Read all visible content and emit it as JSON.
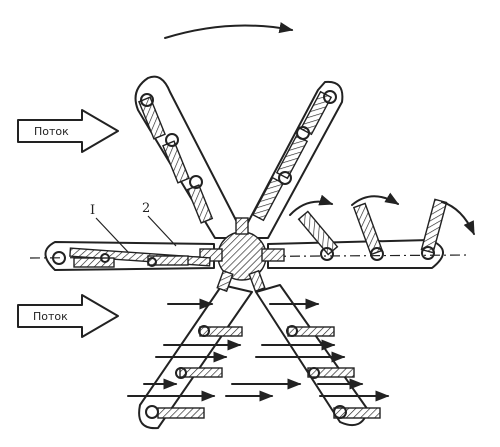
{
  "labels": {
    "flow_top": "Поток",
    "flow_bottom": "Поток",
    "part_1": "I",
    "part_2": "2"
  },
  "colors": {
    "ink": "#222222",
    "background": "#ffffff"
  }
}
